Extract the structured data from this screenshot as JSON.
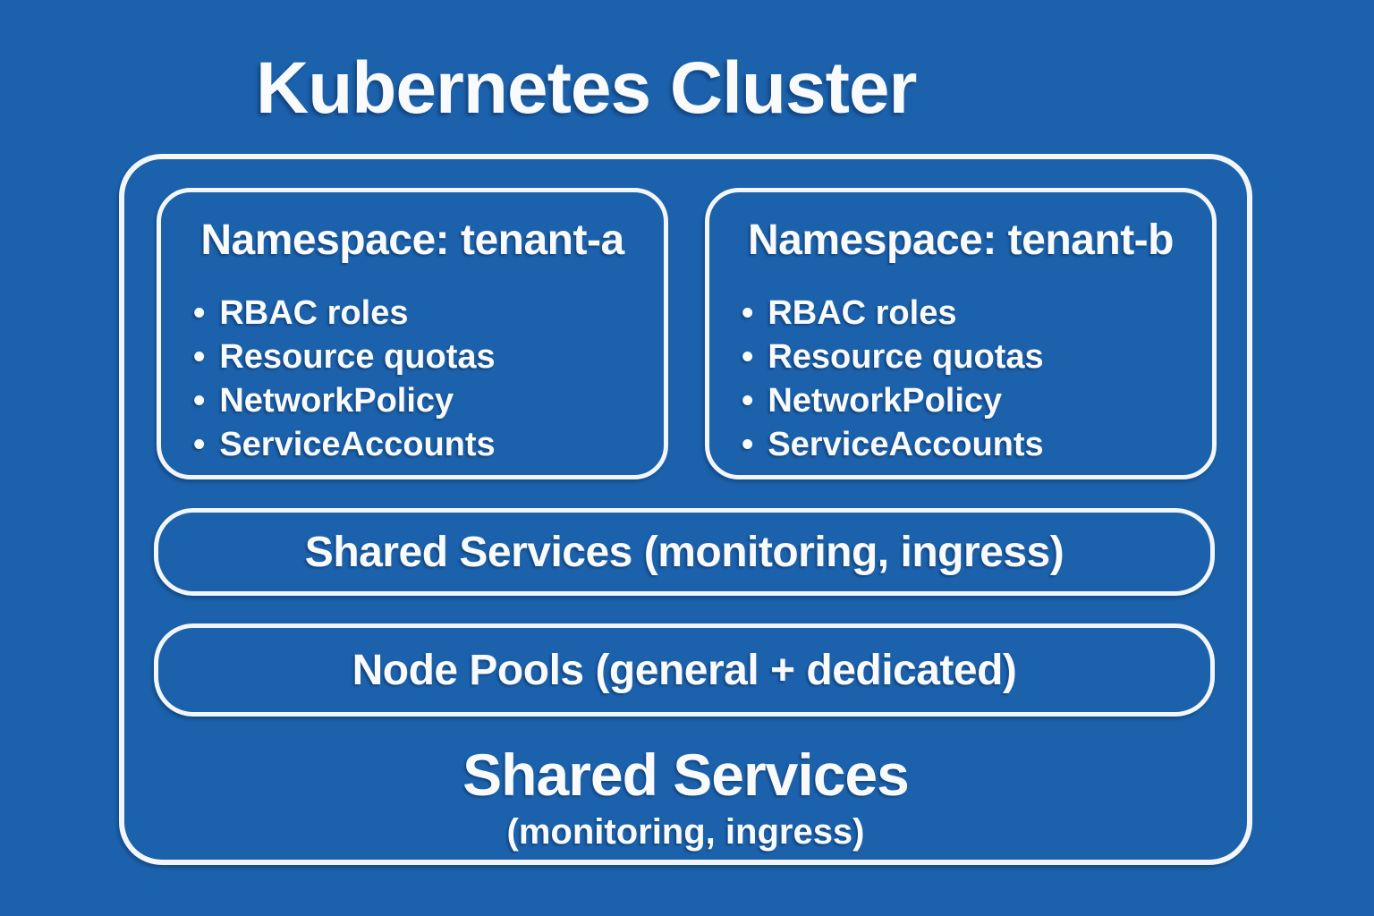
{
  "ui": {
    "bullet": "•"
  },
  "colors": {
    "background": "#1b61ab",
    "line": "#f3f6f8",
    "text": "#f8fafc"
  },
  "diagram": {
    "title": "Kubernetes Cluster",
    "cluster": {
      "namespaces": [
        {
          "title": "Namespace: tenant-a",
          "items": [
            "RBAC roles",
            "Resource quotas",
            "NetworkPolicy",
            "ServiceAccounts"
          ]
        },
        {
          "title": "Namespace: tenant-b",
          "items": [
            "RBAC roles",
            "Resource quotas",
            "NetworkPolicy",
            "ServiceAccounts"
          ]
        }
      ],
      "shared_services_bar": "Shared Services (monitoring, ingress)",
      "node_pools_bar": "Node Pools (general + dedicated)",
      "footer": {
        "title": "Shared Services",
        "subtitle": "(monitoring, ingress)"
      }
    }
  }
}
